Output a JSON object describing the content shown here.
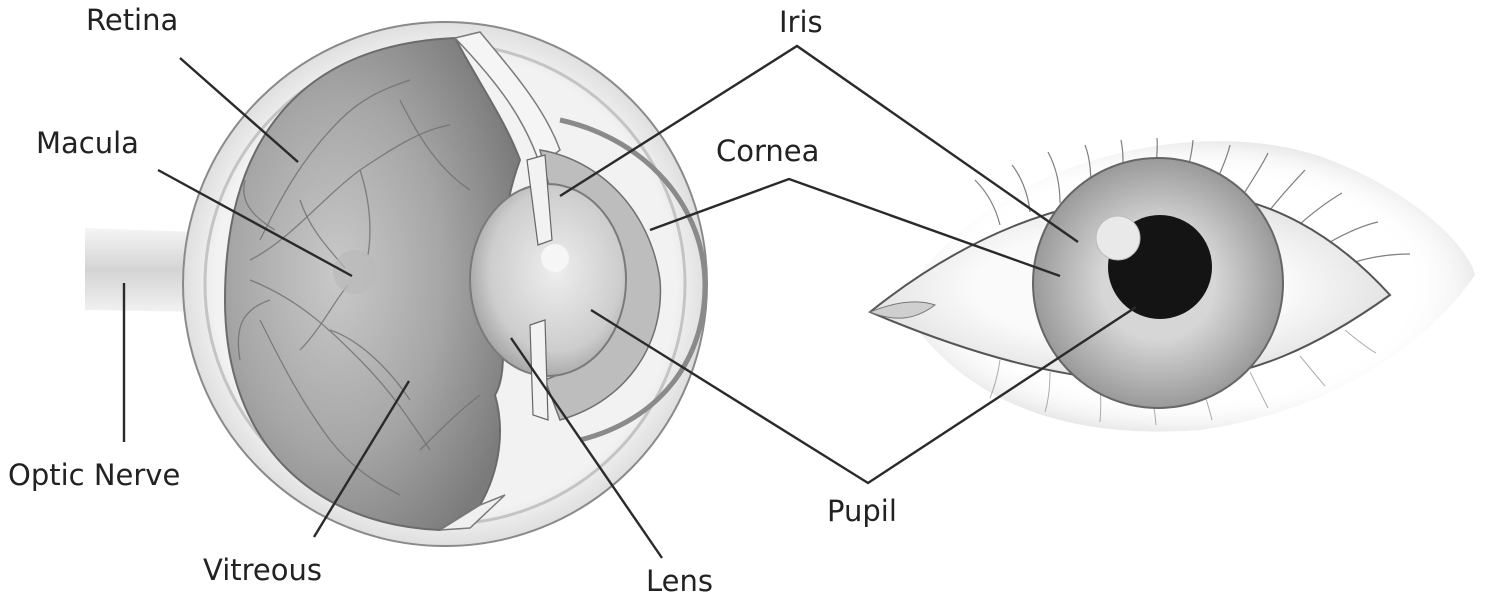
{
  "labels": {
    "retina": "Retina",
    "iris": "Iris",
    "macula": "Macula",
    "cornea": "Cornea",
    "optic_nerve": "Optic Nerve",
    "pupil": "Pupil",
    "vitreous": "Vitreous",
    "lens": "Lens"
  },
  "colors": {
    "background": "#ffffff",
    "line": "#2a2a2a",
    "sclera": "#e6e6e6",
    "retina_shade": "#8d8d8d",
    "iris": "#c2c2c2",
    "pupil": "#111111"
  }
}
